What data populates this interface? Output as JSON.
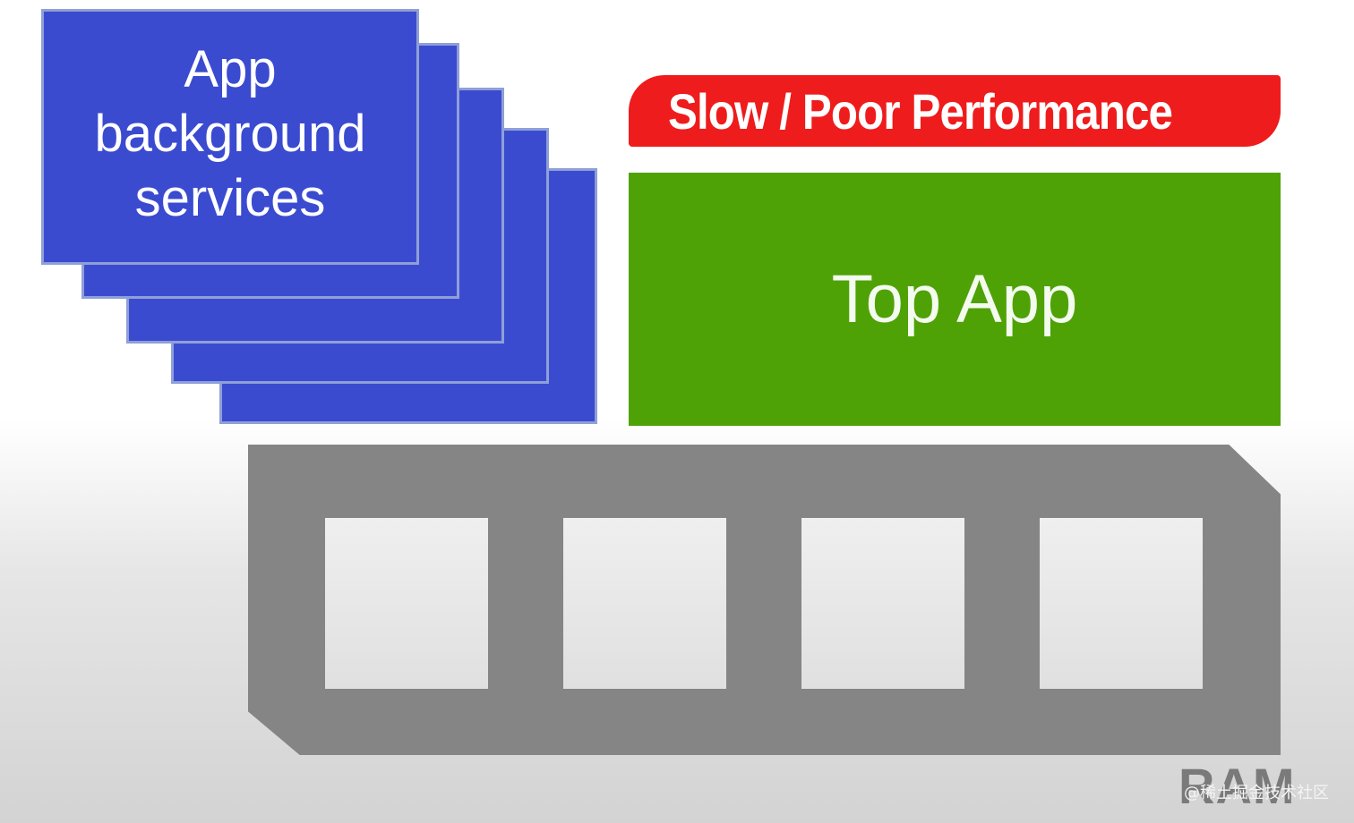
{
  "diagram": {
    "background_services": {
      "lines": [
        "App",
        "background",
        "services"
      ],
      "stack_depth": 5,
      "color": "#3a4bd0"
    },
    "performance_banner": {
      "text": "Slow / Poor Performance",
      "color": "#ee1c1c"
    },
    "top_app": {
      "label": "Top App",
      "color": "#4ea206"
    },
    "ram": {
      "label": "RAM",
      "cell_count": 4,
      "color": "#858585"
    },
    "watermark": "@稀土掘金技术社区"
  }
}
